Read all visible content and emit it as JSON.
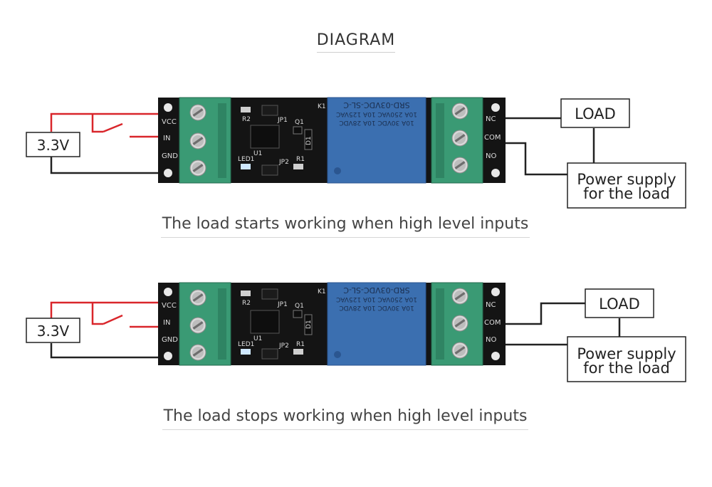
{
  "title": "DIAGRAM",
  "diagrams": [
    {
      "supply_label": "3.3V",
      "pin_labels": [
        "VCC",
        "IN",
        "GND"
      ],
      "out_labels": [
        "NC",
        "COM",
        "NO"
      ],
      "relay_lines": [
        "SRD-03VDC-SL-C",
        "10A 250VAC  10A 125VAC",
        "10A  30VDC  10A 28VDC"
      ],
      "component_labels": [
        "R2",
        "JP1",
        "Q1",
        "K1",
        "U1",
        "D1",
        "LED1",
        "JP2",
        "R1"
      ],
      "load_label": "LOAD",
      "supply_box_lines": [
        "Power supply",
        "for the load"
      ],
      "caption": "The load starts working when high level inputs"
    },
    {
      "supply_label": "3.3V",
      "pin_labels": [
        "VCC",
        "IN",
        "GND"
      ],
      "out_labels": [
        "NC",
        "COM",
        "NO"
      ],
      "relay_lines": [
        "SRD-03VDC-SL-C",
        "10A 250VAC  10A 125VAC",
        "10A  30VDC  10A 28VDC"
      ],
      "component_labels": [
        "R2",
        "JP1",
        "Q1",
        "K1",
        "U1",
        "D1",
        "LED1",
        "JP2",
        "R1"
      ],
      "load_label": "LOAD",
      "supply_box_lines": [
        "Power supply",
        "for the load"
      ],
      "caption": "The load stops working when high level inputs"
    }
  ],
  "colors": {
    "pcb": "#141414",
    "terminal": "#3a9a74",
    "relay": "#3b6fb0",
    "signal_wire": "#d9262b",
    "ground_wire": "#222222"
  }
}
